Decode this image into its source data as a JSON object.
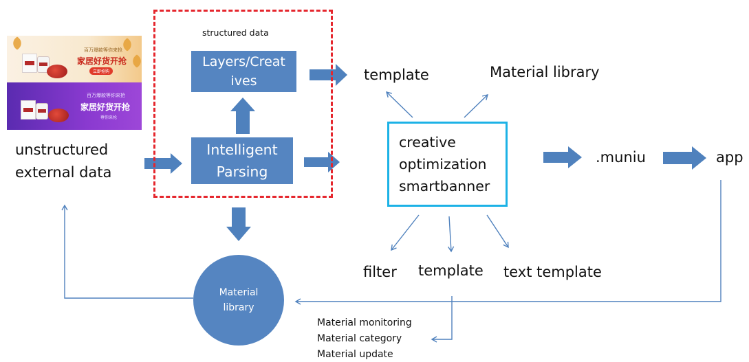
{
  "banners": {
    "top": {
      "subtitle": "百万爆款等你来抢",
      "title": "家居好货开抢",
      "button": "立即抢购"
    },
    "bottom": {
      "subtitle": "百万爆款等你来抢",
      "title": "家居好货开抢",
      "note": "尊你来抢"
    }
  },
  "labels": {
    "structured_data": "structured data",
    "unstructured_line1": "unstructured",
    "unstructured_line2": "external data",
    "template_top": "template",
    "material_library_top": "Material library",
    "muniu": ".muniu",
    "app": "app",
    "filter": "filter",
    "template_bottom": "template",
    "text_template": "text template"
  },
  "boxes": {
    "layers": {
      "line1": "Layers/Creat",
      "line2": "ives"
    },
    "parsing": {
      "line1": "Intelligent",
      "line2": "Parsing"
    },
    "creative": {
      "line1": "creative",
      "line2": "optimization",
      "line3": "smartbanner"
    },
    "material_circle": {
      "line1": "Material",
      "line2": "library"
    }
  },
  "feedback_list": [
    "Material monitoring",
    "Material category",
    "Material update"
  ],
  "colors": {
    "box_fill": "#5585c1",
    "arrow_fill": "#4f81bd",
    "dashed_frame": "#e5262d",
    "creative_border": "#1cb2e6",
    "thin_line": "#4f81bd"
  }
}
